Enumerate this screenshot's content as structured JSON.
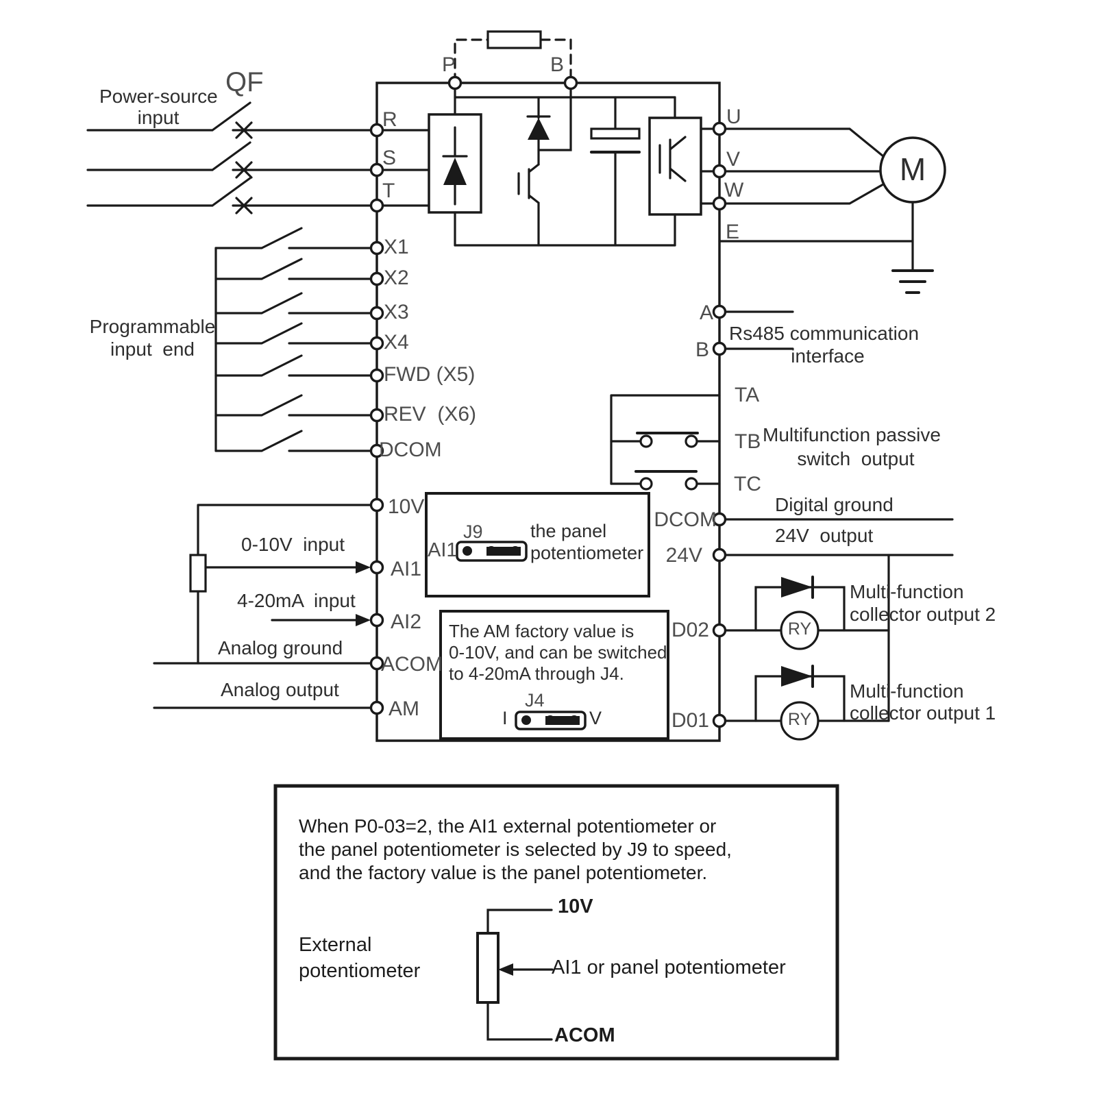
{
  "power_input": {
    "line1": "Power-source",
    "line2": "input",
    "breaker": "QF"
  },
  "terminals": {
    "r": "R",
    "s": "S",
    "t": "T",
    "p": "P",
    "b_top": "B",
    "x1": "X1",
    "x2": "X2",
    "x3": "X3",
    "x4": "X4",
    "fwd": "FWD (X5)",
    "rev": "REV  (X6)",
    "dcom_left": "DCOM",
    "v10": "10V",
    "ai1": "AI1",
    "ai2": "AI2",
    "acom": "ACOM",
    "am": "AM",
    "u": "U",
    "v": "V",
    "w": "W",
    "e": "E",
    "a": "A",
    "b": "B",
    "ta": "TA",
    "tb": "TB",
    "tc": "TC",
    "dcom_right": "DCOM",
    "v24": "24V",
    "d02": "D02",
    "d01": "D01"
  },
  "motor": "M",
  "relay": "RY",
  "labels": {
    "programmable_line1": "Programmable",
    "programmable_line2": "input  end",
    "input_0_10v": "0-10V  input",
    "input_4_20ma": "4-20mA  input",
    "analog_ground": "Analog ground",
    "analog_output": "Analog output",
    "rs485_line1": "Rs485 communication",
    "rs485_line2": "interface",
    "passive_line1": "Multifunction passive",
    "passive_line2": "switch  output",
    "digital_ground": "Digital ground",
    "v24_output": "24V  output",
    "collector2_line1": "Multi-function",
    "collector2_line2": "collector output 2",
    "collector1_line1": "Multi-function",
    "collector1_line2": "collector output 1"
  },
  "j9": {
    "name": "J9",
    "left": "AI1",
    "right_line1": "the panel",
    "right_line2": "potentiometer"
  },
  "j4": {
    "text": "The AM factory value is\n0-10V, and can be switched\nto 4-20mA through J4.",
    "name": "J4",
    "left": "I",
    "right": "V"
  },
  "note": {
    "text": "When P0-03=2, the AI1 external potentiometer or\nthe panel potentiometer is selected by J9 to speed,\nand the factory value is the panel potentiometer.",
    "external_pot": "External\npotentiometer",
    "v10": "10V",
    "wiper": "AI1 or panel potentiometer",
    "acom": "ACOM"
  }
}
